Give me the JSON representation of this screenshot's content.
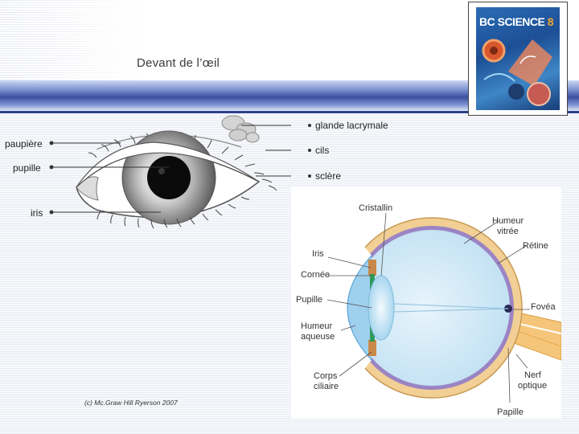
{
  "slide": {
    "title": "Devant de l’œil",
    "copyright": "(c) Mc.Graw Hill Ryerson 2007"
  },
  "cover": {
    "title_text": "BC SCIENCE",
    "title_number": "8"
  },
  "front_eye": {
    "labels": {
      "eyelid": "paupière",
      "pupil": "pupille",
      "iris": "iris",
      "lacrimal_gland": "glande lacrymale",
      "lashes": "cils",
      "sclera": "sclère"
    }
  },
  "cross_section": {
    "labels": {
      "lens": "Cristallin",
      "vitreous_line1": "Humeur",
      "vitreous_line2": "vitrée",
      "retina": "Rétine",
      "iris": "Iris",
      "cornea": "Cornée",
      "pupil": "Pupille",
      "fovea": "Fovéa",
      "aqueous_line1": "Humeur",
      "aqueous_line2": "aqueuse",
      "ciliary_line1": "Corps",
      "ciliary_line2": "ciliaire",
      "nerve_line1": "Nerf",
      "nerve_line2": "optique",
      "papilla": "Papille"
    }
  },
  "colors": {
    "band_dark": "#3b4f9e",
    "eyeball_fill": "#cfe7f6",
    "sclera_tan": "#f0c98a",
    "retina_purple": "#9b84c4",
    "cornea_blue": "#9fd0ee"
  }
}
